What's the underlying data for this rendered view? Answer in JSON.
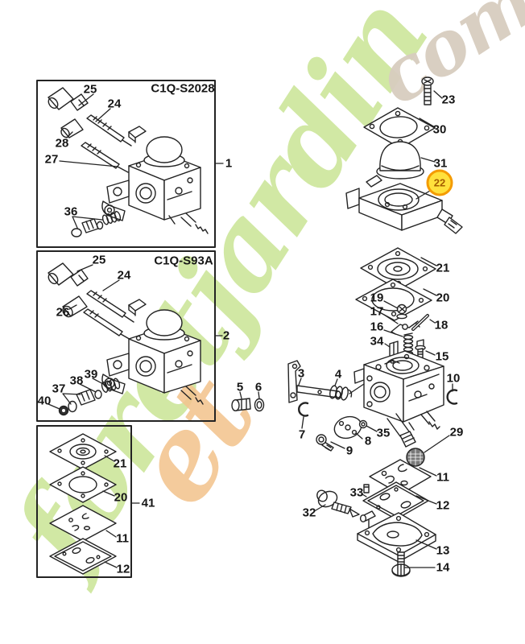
{
  "watermark": {
    "text_main": "foretjardin",
    "text_accent": "et",
    "text_suffix": "com",
    "green": "#cfe7a0",
    "orange": "#f3c48f",
    "tan": "#d8cdbf"
  },
  "colors": {
    "line": "#222222",
    "highlight_fill": "#ffe13c",
    "highlight_border": "#f49b00",
    "highlight_text": "#a55e00"
  },
  "inset_boxes": [
    {
      "title": "C1Q-S2028",
      "external_label": "1",
      "parts": [
        "25",
        "24",
        "28",
        "27",
        "36"
      ]
    },
    {
      "title": "C1Q-S93A",
      "external_label": "2",
      "parts": [
        "25",
        "24",
        "26",
        "39",
        "38",
        "37",
        "40"
      ]
    },
    {
      "title": "",
      "external_label": "41",
      "parts": [
        "21",
        "20",
        "11",
        "12"
      ]
    }
  ],
  "main_view": {
    "highlight": {
      "label": "22"
    },
    "parts": [
      "23",
      "30",
      "31",
      "21",
      "20",
      "19",
      "17",
      "18",
      "16",
      "34",
      "15",
      "10",
      "3",
      "4",
      "5",
      "6",
      "7",
      "35",
      "8",
      "9",
      "29",
      "11",
      "12",
      "33",
      "32",
      "13",
      "14"
    ]
  }
}
